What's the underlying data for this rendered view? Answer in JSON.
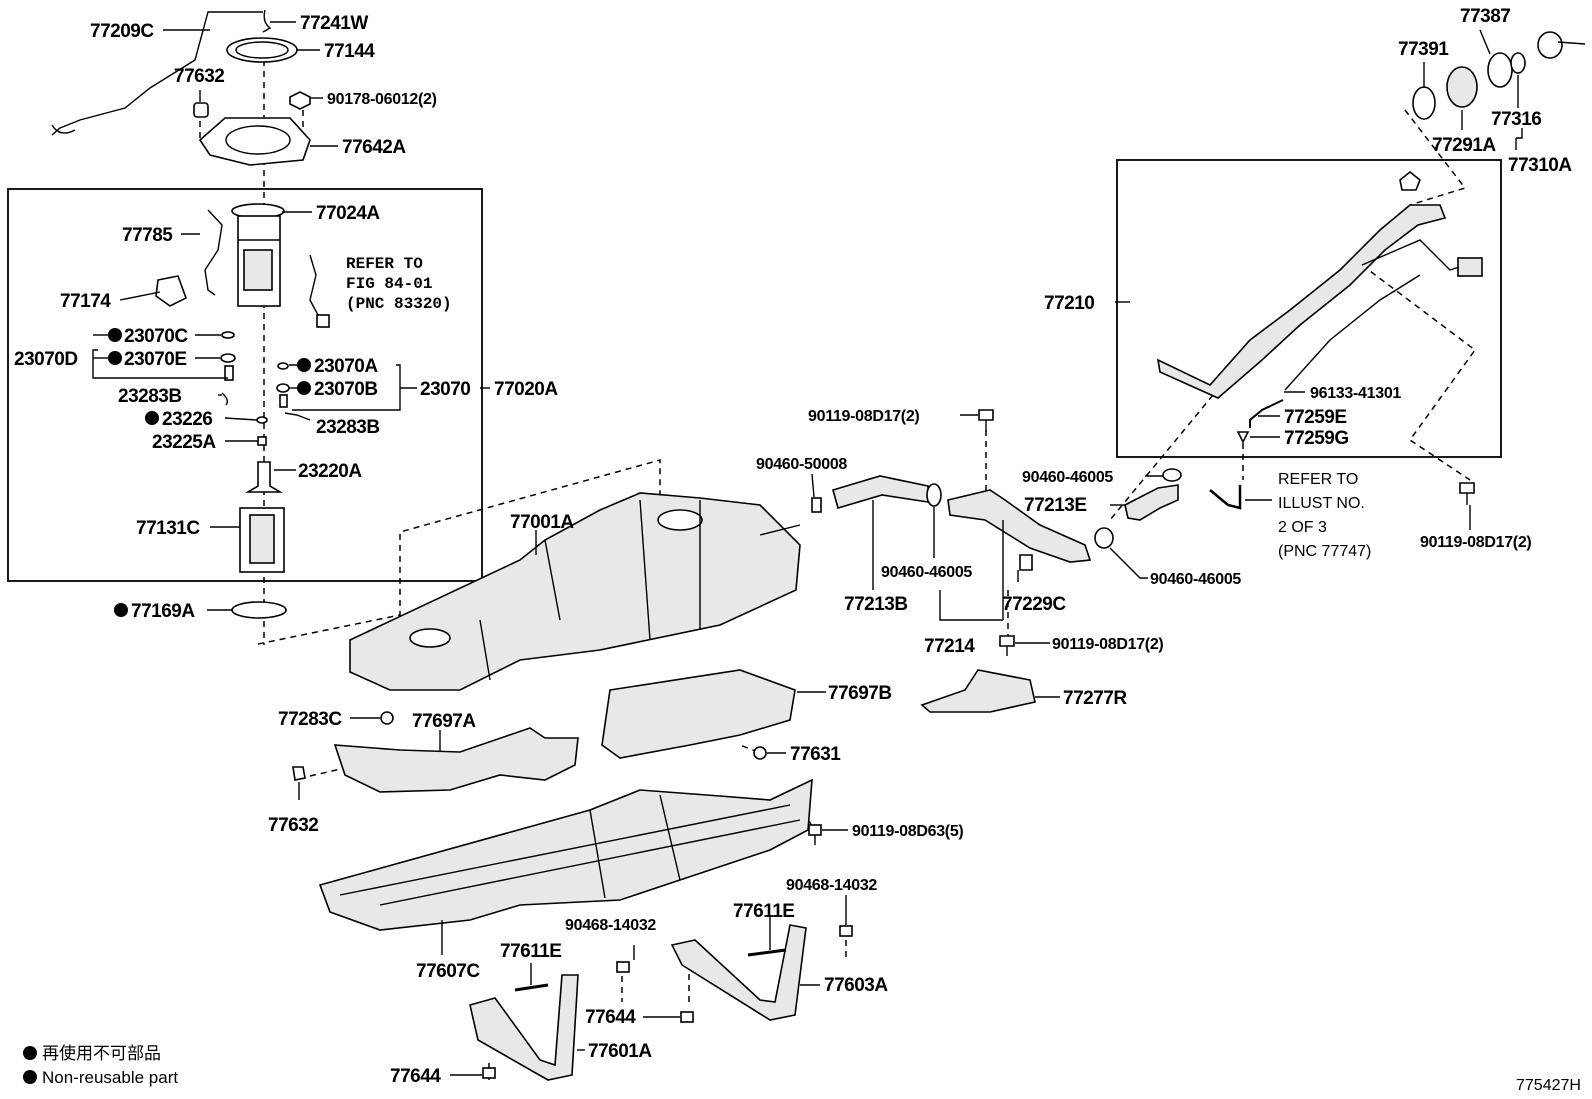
{
  "labels": {
    "p77209C": "77209C",
    "p77241W": "77241W",
    "p77144": "77144",
    "p77632a": "77632",
    "p90178": "90178-06012(2)",
    "p77642A": "77642A",
    "p77024A": "77024A",
    "p77785": "77785",
    "p77174": "77174",
    "p23070C": "23070C",
    "p23070D": "23070D",
    "p23070E": "23070E",
    "p23283Ba": "23283B",
    "p23226": "23226",
    "p23225A": "23225A",
    "p23070A": "23070A",
    "p23070B": "23070B",
    "p23070": "23070",
    "p77020A": "77020A",
    "p23283Bb": "23283B",
    "p23220A": "23220A",
    "p77131C": "77131C",
    "p77169A": "77169A",
    "p77001A": "77001A",
    "p77283C": "77283C",
    "p77697A": "77697A",
    "p77632b": "77632",
    "p77697B": "77697B",
    "p77631": "77631",
    "p90119_63": "90119-08D63(5)",
    "p77607C": "77607C",
    "p77611Ea": "77611E",
    "p90468a": "90468-14032",
    "p77644a": "77644",
    "p77601A": "77601A",
    "p77644b": "77644",
    "p90468b": "90468-14032",
    "p77611Eb": "77611E",
    "p77603A": "77603A",
    "p90119a": "90119-08D17(2)",
    "p90460_50008": "90460-50008",
    "p90460_46005a": "90460-46005",
    "p77213B": "77213B",
    "p77214": "77214",
    "p77229C": "77229C",
    "p90119b": "90119-08D17(2)",
    "p77277R": "77277R",
    "p90460_46005b": "90460-46005",
    "p77213E": "77213E",
    "p90460_46005c": "90460-46005",
    "p77210": "77210",
    "p96133": "96133-41301",
    "p77259E": "77259E",
    "p77259G": "77259G",
    "p90119c": "90119-08D17(2)",
    "p77387": "77387",
    "p77391": "77391",
    "p77316": "77316",
    "p77291A": "77291A",
    "p77310A": "77310A"
  },
  "refer_fig": {
    "line1": "REFER TO",
    "line2": "FIG 84-01",
    "line3": "(PNC 83320)"
  },
  "refer_illust": {
    "line1": "REFER TO",
    "line2": "ILLUST NO.",
    "line3": "2 OF 3",
    "line4": "(PNC 77747)"
  },
  "legend": {
    "line_jp": "再使用不可部品",
    "line_en": "Non-reusable part"
  },
  "diagram_code": "775427H"
}
